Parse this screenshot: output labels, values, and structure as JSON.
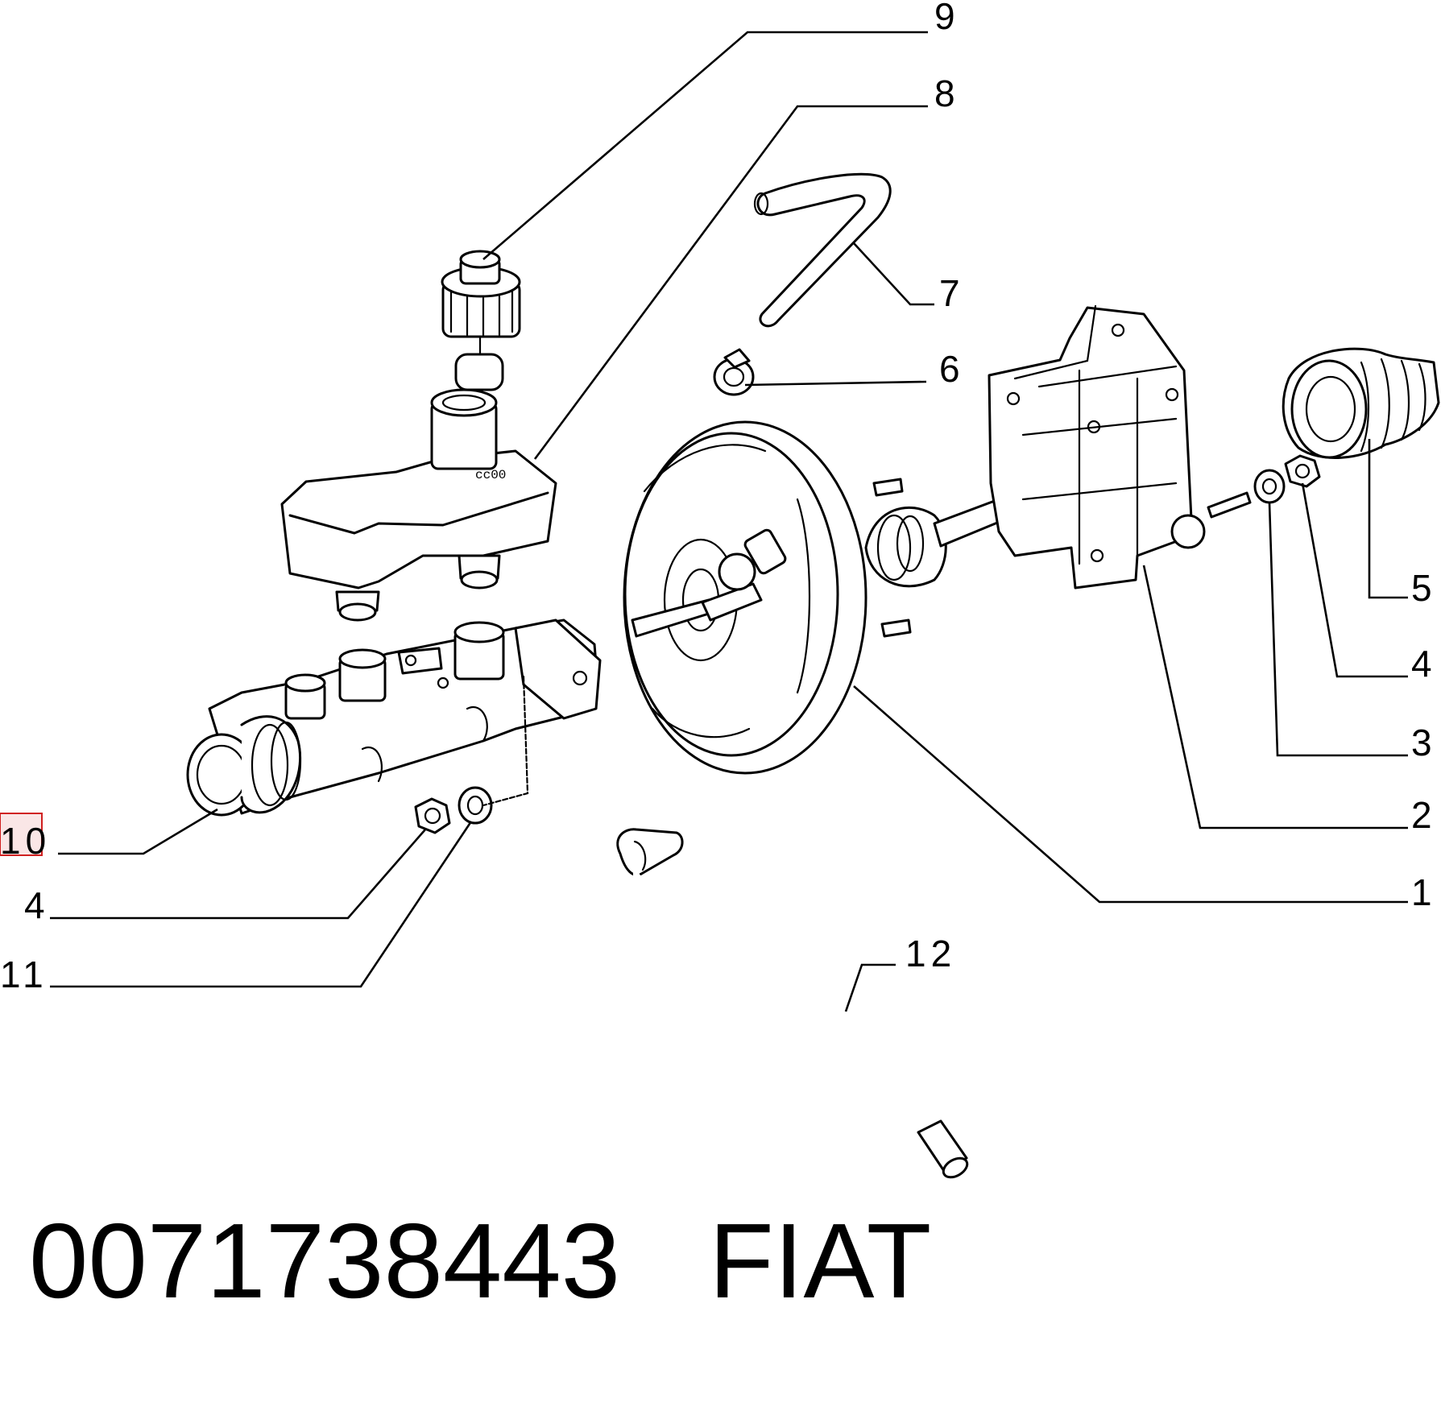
{
  "callouts": {
    "c1": "1",
    "c2": "2",
    "c3": "3",
    "c4a": "4",
    "c4b": "4",
    "c5": "5",
    "c6": "6",
    "c7": "7",
    "c8": "8",
    "c9": "9",
    "c10": "10",
    "c11": "11",
    "c12": "12"
  },
  "highlighted_callout": "10",
  "caption": {
    "part_number": "0071738443",
    "brand": "FIAT"
  }
}
